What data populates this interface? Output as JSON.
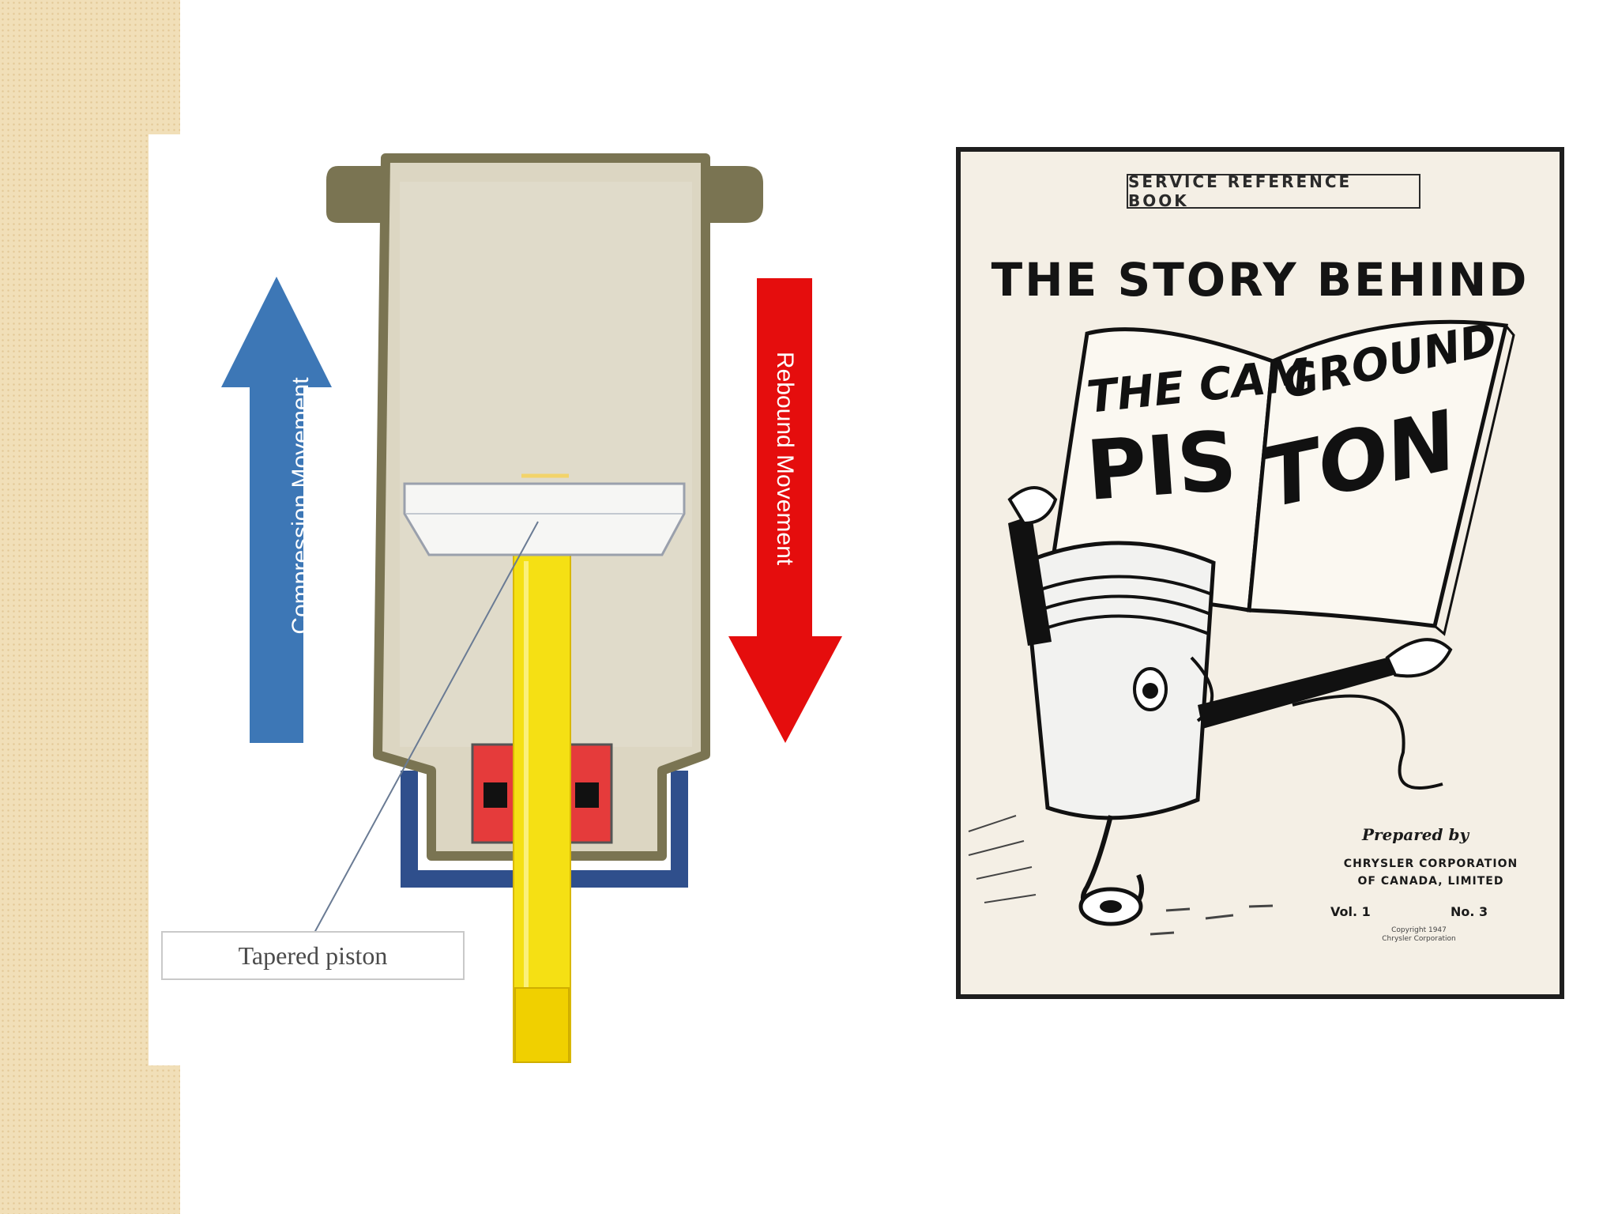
{
  "diagram": {
    "compression_label": "Compression Movement",
    "rebound_label": "Rebound Movement",
    "callout_label": "Tapered piston",
    "colors": {
      "compression_arrow": "#3d77b6",
      "rebound_arrow": "#e50d0d",
      "cylinder": "#dcd6c2",
      "cylinder_outline": "#7a7452",
      "rod": "#f5e014",
      "base_cup": "#2f4f8c",
      "seal": "#e53b3b"
    }
  },
  "cover": {
    "badge": "SERVICE REFERENCE BOOK",
    "heading": "THE STORY BEHIND",
    "book_title_left_top": "THE CAM",
    "book_title_right_top": "GROUND",
    "book_title_left_bottom": "PIS",
    "book_title_right_bottom": "TON",
    "prepared_by": "Prepared by",
    "publisher_line1": "CHRYSLER CORPORATION",
    "publisher_line2": "OF CANADA, LIMITED",
    "volume": "Vol. 1",
    "number": "No. 3",
    "copyright_line1": "Copyright 1947",
    "copyright_line2": "Chrysler Corporation"
  }
}
